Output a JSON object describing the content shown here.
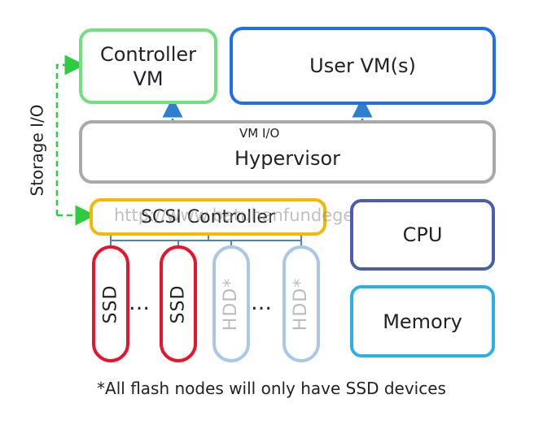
{
  "boxes": {
    "controller_vm": "Controller\nVM",
    "user_vm": "User VM(s)",
    "hypervisor": "Hypervisor",
    "scsi_controller": "SCSI Controller",
    "cpu": "CPU",
    "memory": "Memory"
  },
  "labels": {
    "vm_io": "VM I/O",
    "storage_io": "Storage I/O"
  },
  "disks": [
    {
      "label": "SSD",
      "kind": "ssd"
    },
    {
      "label": "SSD",
      "kind": "ssd"
    },
    {
      "label": "HDD*",
      "kind": "hdd"
    },
    {
      "label": "HDD*",
      "kind": "hdd"
    }
  ],
  "ellipsis": "…",
  "watermark": "http://www.batuhanfundeger.com",
  "footnote": "*All flash nodes will only have SSD devices",
  "colors": {
    "controller_vm": "#70e07e",
    "user_vm": "#1f6ef0",
    "hypervisor": "#a9a9a9",
    "scsi": "#f5b700",
    "cpu": "#4a5fa8",
    "memory": "#2bb0e6",
    "ssd": "#e8142b",
    "hdd": "#a9c8e8",
    "vm_io_arrow": "#2d7fd0",
    "storage_arrow": "#2ecc40"
  }
}
